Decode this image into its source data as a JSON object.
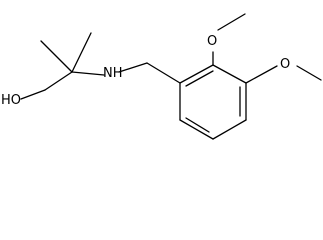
{
  "molecule": {
    "atom_labels": {
      "hydroxyl": "HO",
      "amine": "NH",
      "methoxy_2": "O",
      "methoxy_3": "O"
    }
  }
}
